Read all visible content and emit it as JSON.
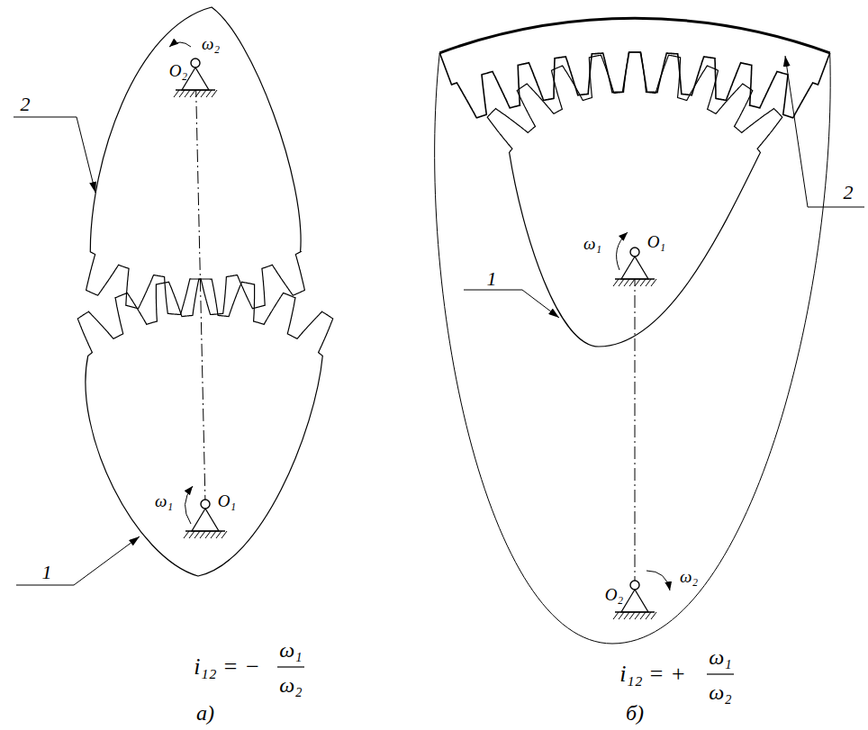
{
  "diagram": {
    "labels": [
      "2",
      "ω₂",
      "O₂",
      "ω₁",
      "O₁",
      "1",
      "i₁₂ = −",
      "ω₁",
      "ω₂",
      "а)",
      "2",
      "ω₁",
      "O₁",
      "1",
      "O₂",
      "ω₂",
      "i₁₂ = +",
      "ω₁",
      "ω₂",
      "б)"
    ]
  }
}
